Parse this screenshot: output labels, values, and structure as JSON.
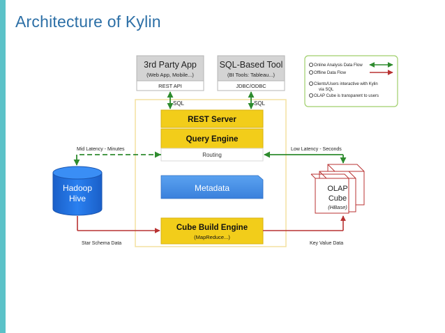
{
  "slide": {
    "title": "Architecture of Kylin",
    "accent_color": "#5bc2c8"
  },
  "clients": {
    "third_party": {
      "title": "3rd Party App",
      "subtitle": "(Web App, Mobile...)",
      "interface": "REST API"
    },
    "sql_tool": {
      "title": "SQL-Based Tool",
      "subtitle": "(BI Tools: Tableau...)",
      "interface": "JDBC/ODBC"
    }
  },
  "kylin": {
    "rest_server": "REST Server",
    "query_engine": "Query Engine",
    "routing": "Routing",
    "metadata": "Metadata",
    "cube_build_engine": "Cube Build Engine",
    "cube_build_sub": "(MapReduce...)"
  },
  "hadoop": {
    "line1": "Hadoop",
    "line2": "Hive"
  },
  "olap": {
    "line1": "OLAP",
    "line2": "Cube",
    "line3": "(HBase)"
  },
  "labels": {
    "sql_left": "SQL",
    "sql_right": "SQL",
    "mid_latency": "Mid Latency - Minutes",
    "low_latency": "Low Latency - Seconds",
    "star_schema": "Star Schema Data",
    "key_value": "Key Value Data"
  },
  "legend": {
    "online": "Online Analysis Data Flow",
    "offline": "Offline Data Flow",
    "clients_line1": "Clients/Users interactive with Kylin",
    "clients_line2": "via SQL",
    "olap_transparent": "OLAP Cube is transparent to users"
  },
  "colors": {
    "online_flow": "#2e8b2e",
    "offline_flow": "#b83232",
    "engine_yellow": "#f2cd1a",
    "hadoop_blue": "#1e6fe0",
    "metadata_blue": "#4a93e8",
    "client_header": "#d4d4d4",
    "frame_yellow": "#f3e1a0"
  }
}
